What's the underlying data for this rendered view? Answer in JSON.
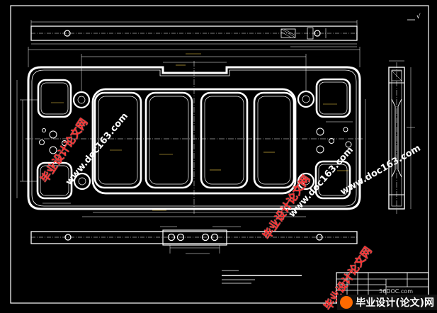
{
  "drawing": {
    "roughness_mark": "√",
    "title_block_label": "",
    "line_color": "#ffffff",
    "accent_color": "#ffd84a"
  },
  "watermarks": [
    {
      "text": "毕业设计论文网",
      "style": "red"
    },
    {
      "text": "www.doc163.com",
      "style": "url"
    },
    {
      "text": "毕业设计论文网",
      "style": "red"
    },
    {
      "text": "www.doc163.com",
      "style": "url"
    },
    {
      "text": "毕业设计论文网",
      "style": "red"
    },
    {
      "text": "www.doc163.com",
      "style": "url"
    }
  ],
  "brand": {
    "site": "56DOC.com",
    "text": "毕业设计(论文)网",
    "color": "#ff6a00"
  }
}
